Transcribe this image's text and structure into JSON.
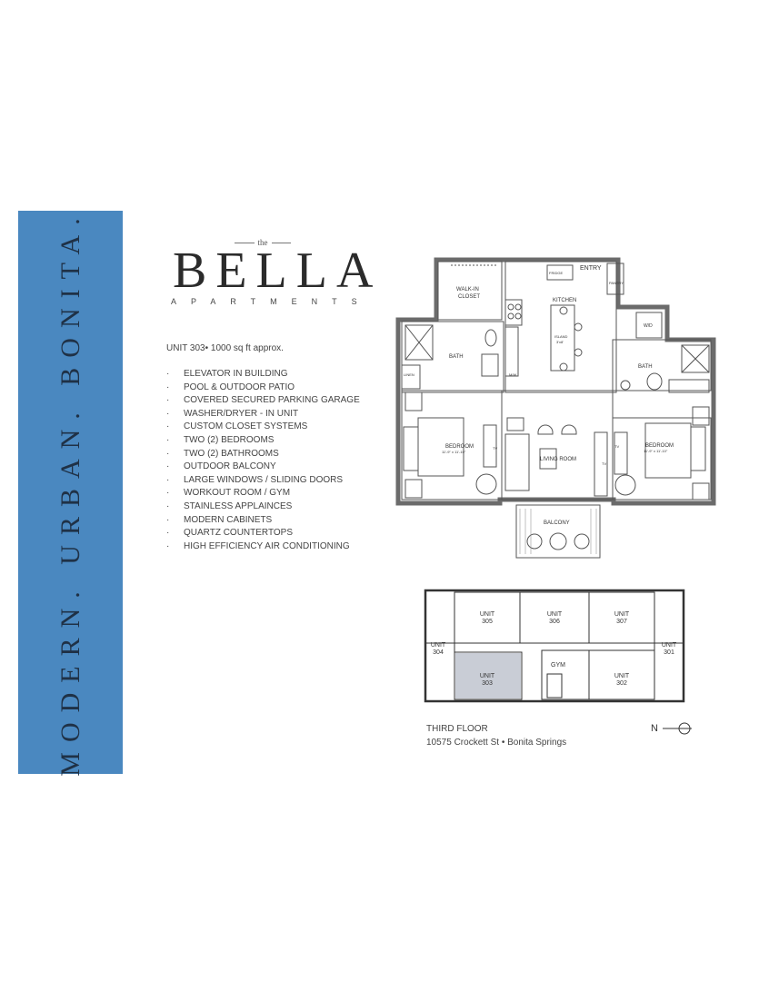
{
  "banner": {
    "text": "MODERN. URBAN. BONITA."
  },
  "logo": {
    "the": "the",
    "name": "BELLA",
    "sub": "APARTMENTS"
  },
  "unit": {
    "line": "UNIT 303• 1000 sq ft approx."
  },
  "features": [
    "ELEVATOR IN BUILDING",
    "POOL & OUTDOOR PATIO",
    "COVERED SECURED PARKING GARAGE",
    "WASHER/DRYER - IN UNIT",
    "CUSTOM CLOSET SYSTEMS",
    "TWO (2) BEDROOMS",
    "TWO (2) BATHROOMS",
    "OUTDOOR BALCONY",
    "LARGE WINDOWS / SLIDING DOORS",
    "WORKOUT ROOM / GYM",
    "STAINLESS APPLAINCES",
    "MODERN CABINETS",
    "QUARTZ COUNTERTOPS",
    "HIGH EFFICIENCY AIR CONDITIONING"
  ],
  "plan": {
    "entry": "ENTRY",
    "fridge": "FRIDGE",
    "pantry": "PANTRY",
    "walk_in": "WALK-IN",
    "closet": "CLOSET",
    "kitchen": "KITCHEN",
    "island": "ISLAND",
    "island_size": "3'x8'",
    "wd": "W/D",
    "bath_left": "BATH",
    "bath_right": "BATH",
    "linen": "LINEN",
    "mw": "M/W",
    "bedroom_left": "BEDROOM",
    "bedroom_left_size": "11'-9\" x 11'-10\"",
    "bedroom_right": "BEDROOM",
    "bedroom_right_size": "11'-9\" x 11'-10\"",
    "tv": "TV",
    "living": "LIVING ROOM",
    "balcony": "BALCONY"
  },
  "site": {
    "u305a": "UNIT",
    "u305b": "305",
    "u306a": "UNIT",
    "u306b": "306",
    "u307a": "UNIT",
    "u307b": "307",
    "u304a": "UNIT",
    "u304b": "304",
    "u301a": "UNIT",
    "u301b": "301",
    "u303a": "UNIT",
    "u303b": "303",
    "u302a": "UNIT",
    "u302b": "302",
    "gym": "GYM",
    "highlight_color": "#c9cdd6"
  },
  "floor": {
    "title": "THIRD FLOOR",
    "address": "10575 Crockett St • Bonita Springs",
    "north": "N"
  },
  "colors": {
    "banner": "#4a88c0",
    "banner_text": "#1f3146"
  }
}
